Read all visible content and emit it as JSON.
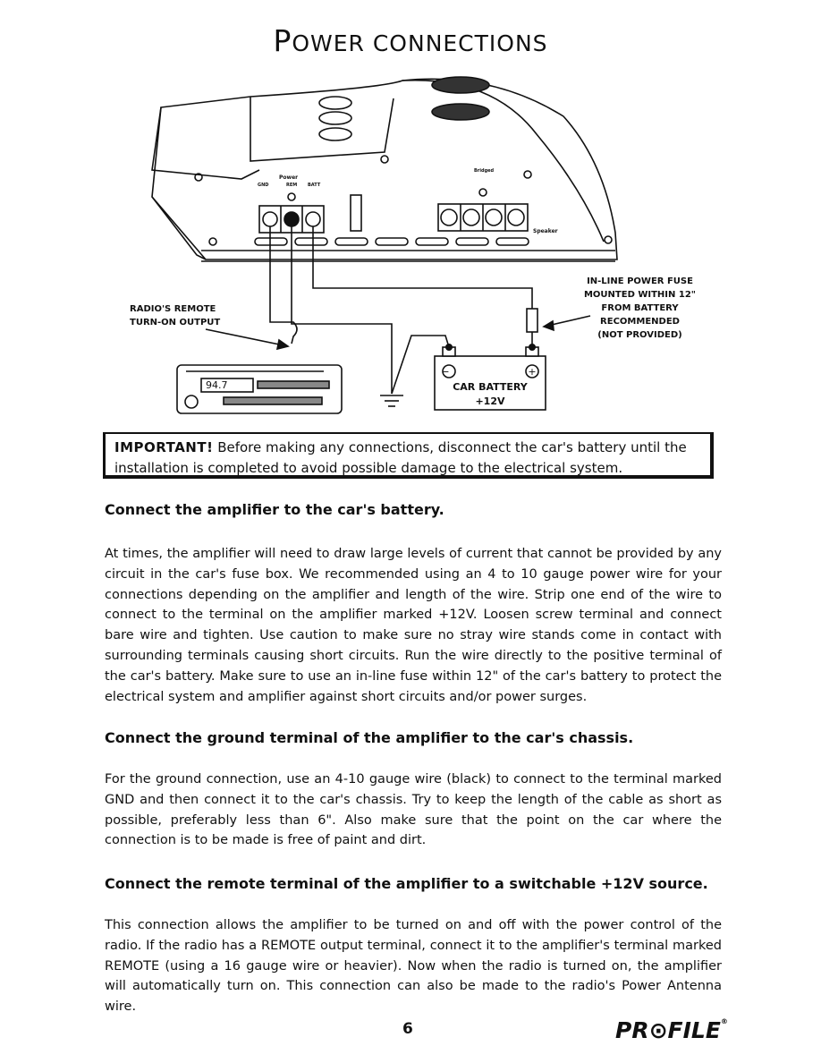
{
  "page": {
    "title_cap": "P",
    "title_rest": "OWER CONNECTIONS",
    "page_number": "6",
    "logo_text": "PR⊙FILE",
    "logo_mark": "®"
  },
  "diagram": {
    "power_label": "Power",
    "terminal_labels": [
      "GND",
      "REM",
      "BATT"
    ],
    "bridged_label": "Bridged",
    "speaker_label": "Speaker",
    "radio_display": "94.7",
    "battery_title": "CAR BATTERY",
    "battery_voltage": "+12V",
    "battery_minus": "−",
    "battery_plus": "+",
    "callout_remote_line1": "RADIO'S REMOTE",
    "callout_remote_line2": "TURN-ON OUTPUT",
    "callout_fuse_line1": "IN-LINE POWER FUSE",
    "callout_fuse_line2": "MOUNTED WITHIN 12\"",
    "callout_fuse_line3": "FROM BATTERY RECOMMENDED",
    "callout_fuse_line4": "(NOT PROVIDED)"
  },
  "important": {
    "label": "IMPORTANT!",
    "text": " Before making any connections, disconnect the car's battery until the installation is completed to avoid possible damage to the electrical system."
  },
  "sections": [
    {
      "heading": "Connect the amplifier to the car's battery.",
      "body": "At times, the amplifier will need to draw large levels of current that cannot be provided by any circuit in the car's fuse box. We recommended using an 4 to 10 gauge power wire for your connections depending on the amplifier and length of the wire. Strip one end of the wire to connect to the terminal on the amplifier marked +12V. Loosen screw terminal and connect bare wire and tighten. Use caution to make sure no stray wire stands come in contact with surrounding terminals causing short circuits. Run the wire directly to the positive terminal of the car's battery. Make sure to use an in-line fuse within 12\" of the car's battery to protect the electrical system and amplifier against short circuits and/or power surges."
    },
    {
      "heading": "Connect the ground terminal of the amplifier to the car's chassis.",
      "body": "For the ground connection, use an 4-10 gauge wire (black) to connect to the terminal marked GND and then connect it to the car's chassis. Try to keep the length of the cable as short as possible, preferably less than 6\". Also make sure that the point on the car where the connection is to be made is free of paint and dirt."
    },
    {
      "heading": "Connect the remote terminal of the amplifier to a switchable +12V source.",
      "body": "This connection allows the amplifier to be turned on and off with the power control of the radio. If the radio has a REMOTE output terminal, connect it to the amplifier's terminal marked REMOTE (using a 16 gauge wire or heavier). Now when the radio is turned on, the amplifier will automatically turn on. This connection can also be made to the radio's Power Antenna wire."
    }
  ]
}
